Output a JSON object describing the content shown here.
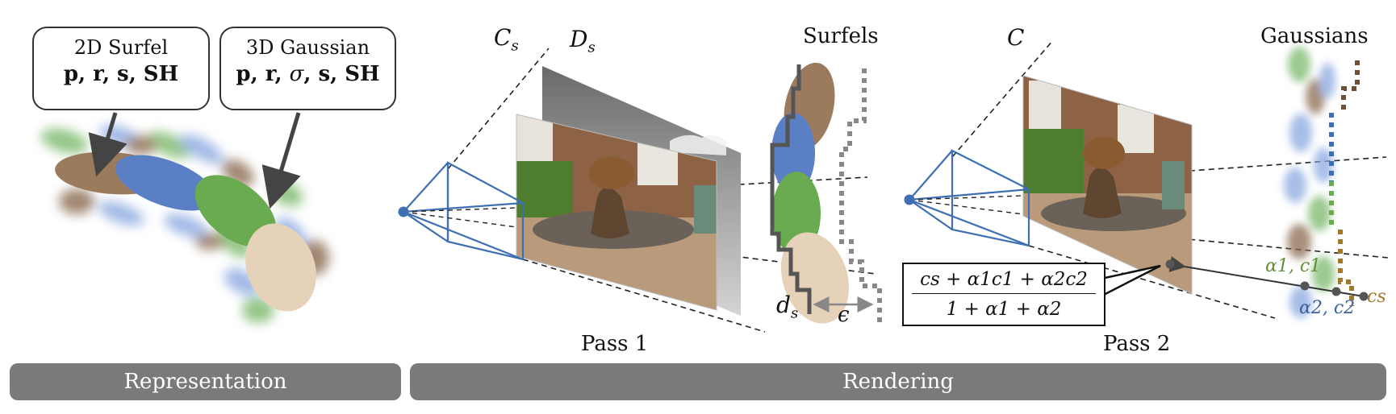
{
  "callouts": {
    "surfel_title": "2D Surfel",
    "surfel_params": "p, r, s, SH",
    "gaussian_title": "3D Gaussian",
    "gaussian_params_a": "p, r, ",
    "gaussian_sigma": "σ",
    "gaussian_params_b": ", s, SH"
  },
  "pass1": {
    "camera_label": "C",
    "camera_sub": "s",
    "depth_label": "D",
    "depth_sub": "s",
    "surfels_label": "Surfels",
    "ds_label": "d",
    "ds_sub": "s",
    "epsilon_label": "ϵ",
    "caption": "Pass 1"
  },
  "pass2": {
    "camera_label": "C",
    "gaussians_label": "Gaussians",
    "formula_numerator": "cs + α1c1 + α2c2",
    "formula_denominator": "1 + α1 + α2",
    "alpha1_label": "α1, c1",
    "alpha2_label": "α2, c2",
    "cs_label": "cs",
    "caption": "Pass 2"
  },
  "bands": {
    "representation": "Representation",
    "rendering": "Rendering"
  },
  "colors": {
    "brown": "#9b7a5e",
    "blue": "#5b7fc4",
    "green": "#6aaa50",
    "beige": "#e5d2b8",
    "camera": "#3e6fb3",
    "band": "#7a7a7a",
    "alpha1_text": "#5f8f3a",
    "alpha2_text": "#3e5fa3",
    "cs_text": "#a07a2a"
  }
}
